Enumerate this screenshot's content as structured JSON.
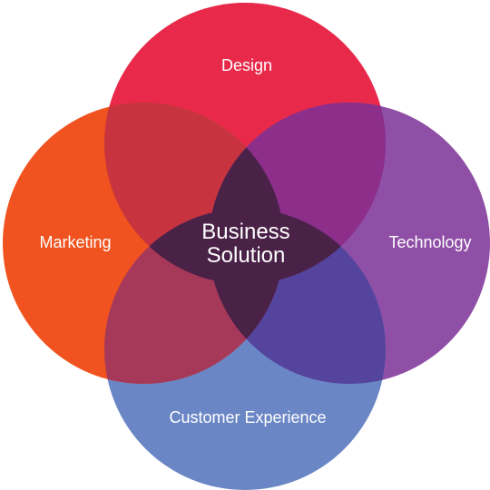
{
  "diagram": {
    "center": {
      "line1": "Business",
      "line2": "Solution",
      "color": "#4a2247"
    },
    "circles": {
      "design": {
        "label": "Design",
        "color": "#e8294a"
      },
      "technology": {
        "label": "Technology",
        "color": "#8f4fa6"
      },
      "customer_experience": {
        "label": "Customer Experience",
        "color": "#6a86c5"
      },
      "marketing": {
        "label": "Marketing",
        "color": "#f0531f"
      }
    },
    "overlaps": {
      "design_marketing": "#c7333f",
      "design_technology": "#8c2e8a",
      "technology_customer_experience": "#55449d",
      "marketing_customer_experience": "#a6385a"
    }
  }
}
